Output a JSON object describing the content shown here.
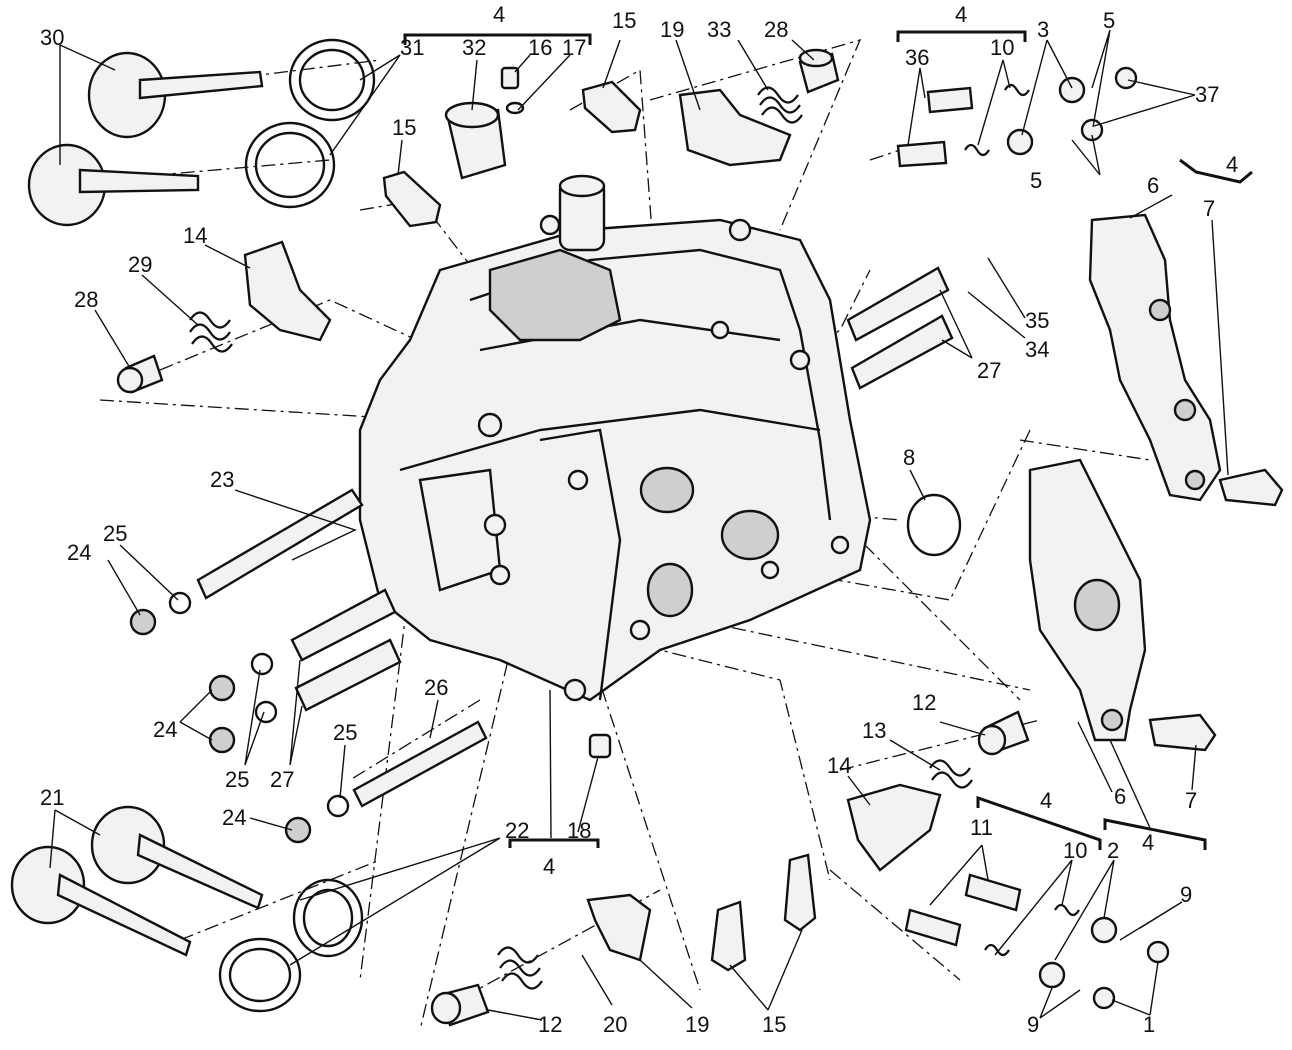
{
  "diagram": {
    "title": "Horizontal cylinder head exploded view",
    "callouts": {
      "c30": "30",
      "c31": "31",
      "c4_top": "4",
      "c32": "32",
      "c16": "16",
      "c17": "17",
      "c15_a": "15",
      "c19_a": "19",
      "c33": "33",
      "c28_a": "28",
      "c4_tr": "4",
      "c36": "36",
      "c10_a": "10",
      "c3": "3",
      "c5_a": "5",
      "c37": "37",
      "c5_b": "5",
      "c15_b": "15",
      "c14_a": "14",
      "c29": "29",
      "c28_b": "28",
      "c4_r": "4",
      "c6_a": "6",
      "c7_a": "7",
      "c35": "35",
      "c34": "34",
      "c27_a": "27",
      "c8": "8",
      "c23": "23",
      "c25_a": "25",
      "c24_a": "24",
      "c24_b": "24",
      "c25_b": "25",
      "c27_b": "27",
      "c26": "26",
      "c25_c": "25",
      "c24_c": "24",
      "c12_a": "12",
      "c13": "13",
      "c14_b": "14",
      "c6_b": "6",
      "c7_b": "7",
      "c4_br": "4",
      "c21": "21",
      "c22": "22",
      "c18": "18",
      "c4_bm": "4",
      "c4_bb": "4",
      "c11": "11",
      "c10_b": "10",
      "c2": "2",
      "c9_a": "9",
      "c9_b": "9",
      "c1": "1",
      "c12_b": "12",
      "c20": "20",
      "c19_b": "19",
      "c15_c": "15"
    }
  }
}
